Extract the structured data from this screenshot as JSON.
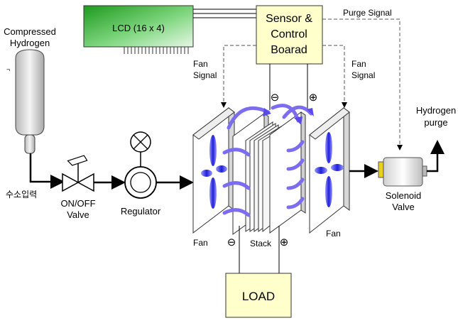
{
  "tank": {
    "label_line1": "Compressed",
    "label_line2": "Hydrogen"
  },
  "inlet": {
    "label": "수소입력"
  },
  "valve": {
    "label_line1": "ON/OFF",
    "label_line2": "Valve"
  },
  "regulator": {
    "label": "Regulator"
  },
  "lcd": {
    "label": "LCD (16 x 4)",
    "color": "#3cb83c"
  },
  "controller": {
    "label_line1": "Sensor &",
    "label_line2": "Control",
    "label_line3": "Boarad",
    "color": "#ffffcc"
  },
  "signals": {
    "purge": "Purge Signal",
    "fan_left_line1": "Fan",
    "fan_left_line2": "Signal",
    "fan_right_line1": "Fan",
    "fan_right_line2": "Signal"
  },
  "stack": {
    "label": "Stack",
    "minus": "⊖",
    "plus": "⊕"
  },
  "fans": {
    "left": "Fan",
    "right": "Fan"
  },
  "load": {
    "label": "LOAD",
    "color": "#ffffcc"
  },
  "solenoid": {
    "label_line1": "Solenoid",
    "label_line2": "Valve"
  },
  "purge_out": {
    "label_line1": "Hydrogen",
    "label_line2": "purge"
  },
  "colors": {
    "airflow": "#7b6cf0",
    "fan_blade": "#3030e0",
    "pipe": "#000000"
  }
}
